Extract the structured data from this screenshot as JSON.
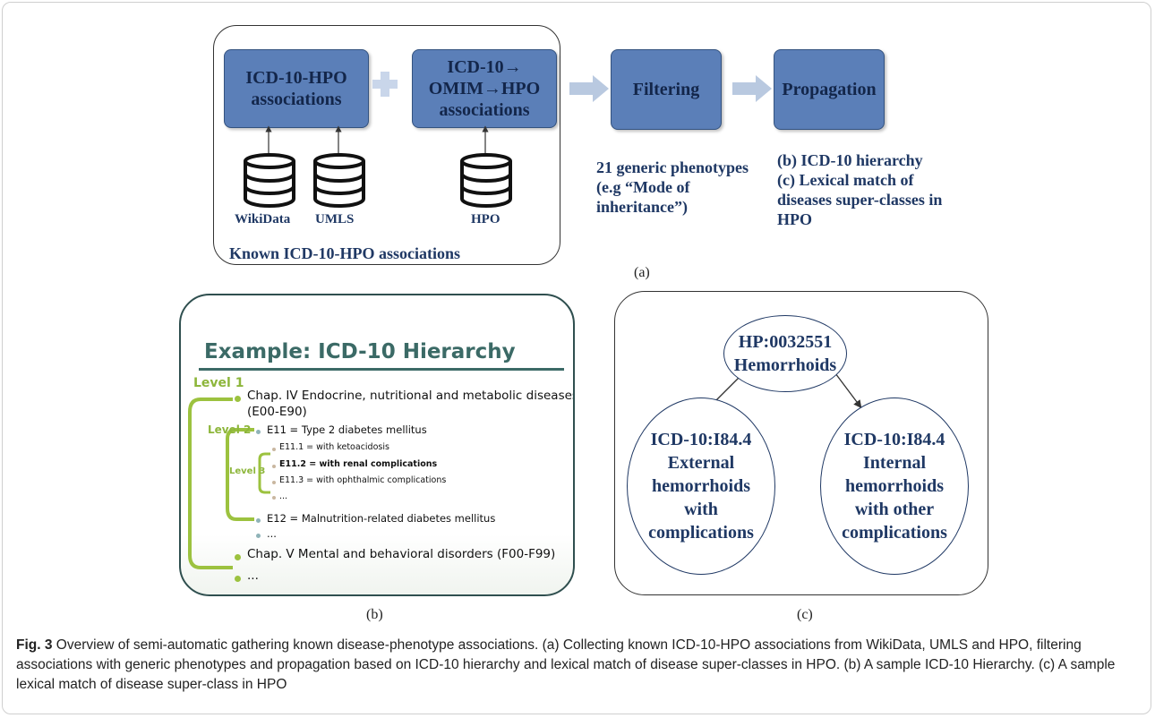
{
  "panel_a": {
    "box1": "ICD-10-HPO\nassociations",
    "box2": "ICD-10→\nOMIM→HPO\nassociations",
    "box3": "Filtering",
    "box4": "Propagation",
    "db_labels": [
      "WikiData",
      "UMLS",
      "HPO"
    ],
    "group_label": "Known ICD-10-HPO associations",
    "filter_note": "21 generic phenotypes\n(e.g “Mode of\ninheritance”)",
    "propagation_note": "(b) ICD-10 hierarchy\n(c) Lexical match of\ndiseases super-classes in\nHPO",
    "label": "(a)"
  },
  "panel_b": {
    "title": "Example: ICD-10 Hierarchy",
    "level1": "Level 1",
    "level2": "Level 2",
    "level3": "Level 3",
    "chap4_line1": "Chap. IV Endocrine, nutritional and metabolic diseases",
    "chap4_line2": "(E00-E90)",
    "e11": "E11 = Type 2 diabetes mellitus",
    "e11_1": "E11.1 = with ketoacidosis",
    "e11_2": "E11.2 = with renal complications",
    "e11_3": "E11.3 = with ophthalmic complications",
    "e11_more": "...",
    "e12": "E12 = Malnutrition-related diabetes mellitus",
    "e_more": "...",
    "chap5": "Chap. V Mental and behavioral disorders (F00-F99)",
    "chap_more": "...",
    "label": "(b)",
    "colors": {
      "level": "#8db63b",
      "title": "#3b6a66"
    }
  },
  "panel_c": {
    "root": "HP:0032551\nHemorrhoids",
    "left": "ICD-10:I84.4\nExternal\nhemorrhoids\nwith\ncomplications",
    "right": "ICD-10:I84.4\nInternal\nhemorrhoids\nwith other\ncomplications",
    "label": "(c)"
  },
  "caption": {
    "fig": "Fig. 3",
    "text": " Overview of semi-automatic gathering known disease-phenotype associations. (a) Collecting known ICD-10-HPO associations from WikiData, UMLS and HPO, filtering associations with generic phenotypes and propagation based on ICD-10 hierarchy and lexical match of disease super-classes in HPO. (b) A sample ICD-10 Hierarchy. (c) A sample lexical match of disease super-class in HPO"
  },
  "colors": {
    "box_fill": "#5b7fb8",
    "arrow": "#b9c9e0",
    "text": "#1f3864"
  },
  "icons": [
    "database-icon",
    "arrow-right-icon",
    "plus-icon"
  ]
}
